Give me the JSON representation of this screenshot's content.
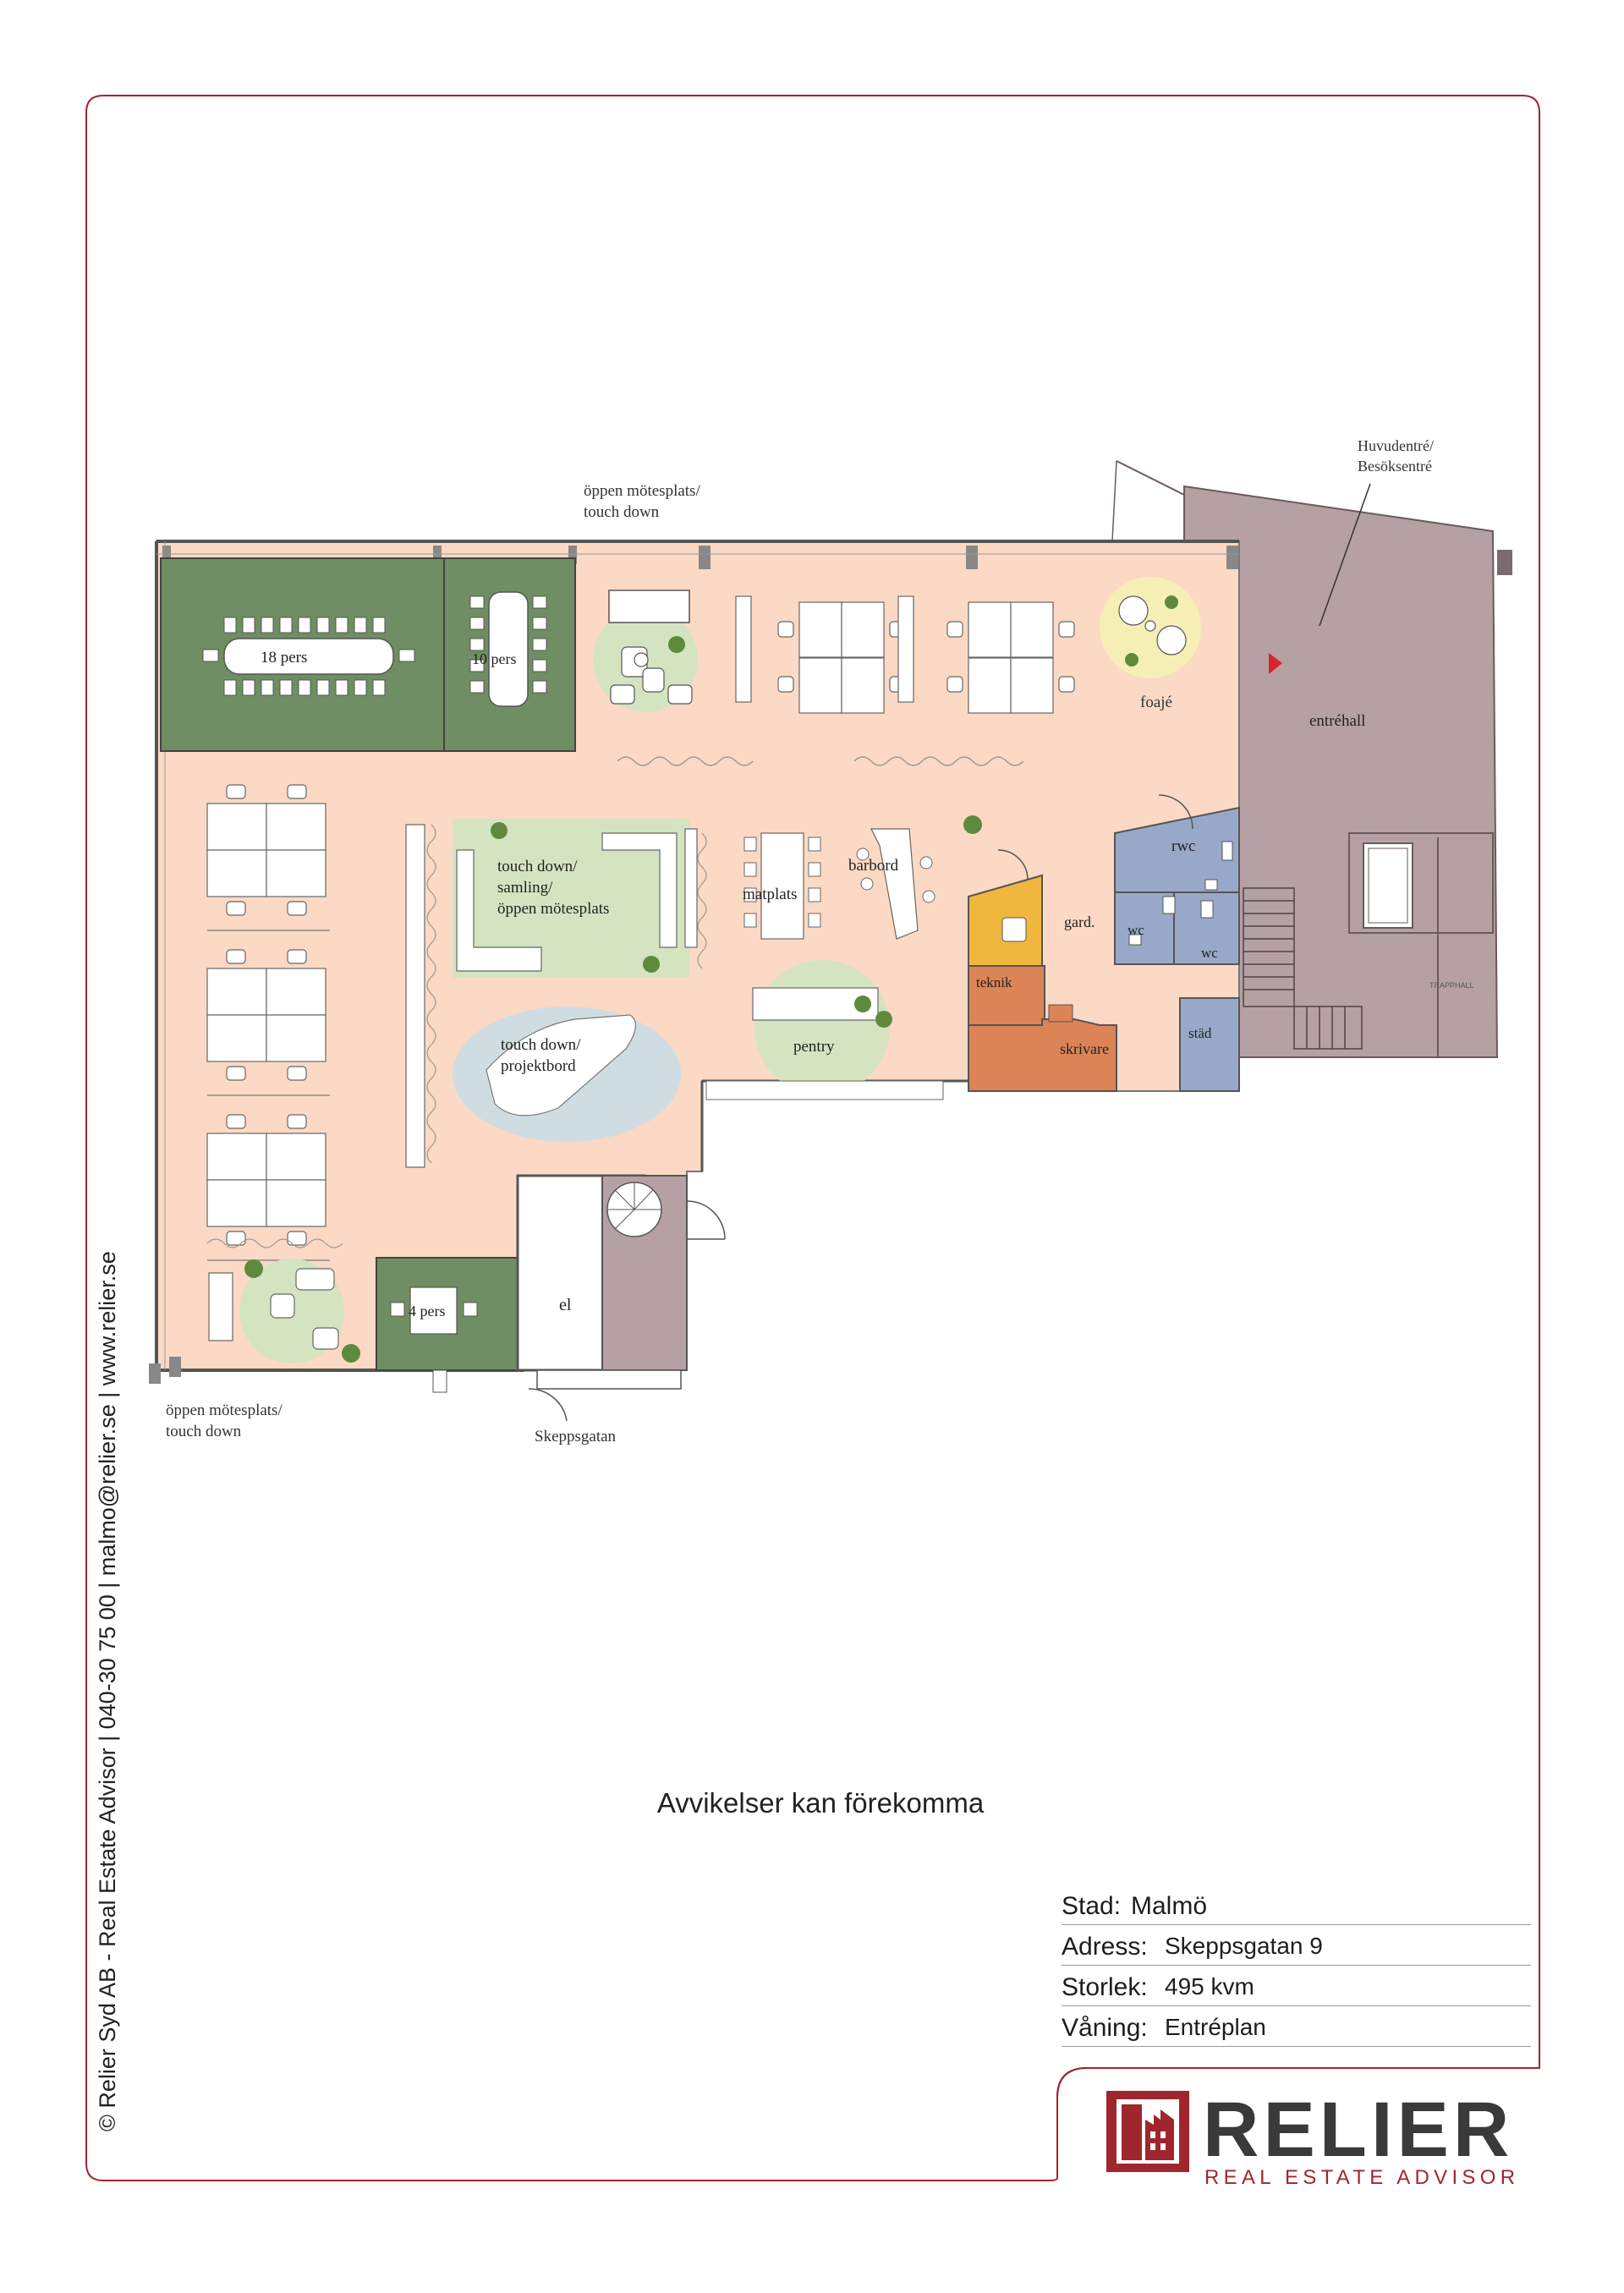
{
  "sidebar_text": "© Relier Syd AB - Real Estate Advisor | 040-30 75 00 | malmo@relier.se | www.relier.se",
  "plan_labels": {
    "room_18": "18 pers",
    "room_10": "10 pers",
    "room_4": "4 pers",
    "open_top_1": "öppen mötesplats/",
    "open_top_2": "touch down",
    "open_bottom_1": "öppen mötesplats/",
    "open_bottom_2": "touch down",
    "touch_1": "touch down/",
    "touch_2": "samling/",
    "touch_3": "öppen mötesplats",
    "project_1": "touch down/",
    "project_2": "projektbord",
    "matplats": "matplats",
    "barbord": "barbord",
    "pentry": "pentry",
    "foaje": "foajé",
    "entrehall": "entréhall",
    "main_entry_1": "Huvudentré/",
    "main_entry_2": "Besöksentré",
    "rwc": "rwc",
    "wc_1": "wc",
    "wc_2": "wc",
    "gard": "gard.",
    "teknik": "teknik",
    "skrivare": "skrivare",
    "stad": "städ",
    "el": "el",
    "skeppsgatan": "Skeppsgatan",
    "trapphall": "TRAPPHALL"
  },
  "disclaimer": "Avvikelser kan förekomma",
  "info": [
    {
      "label": "Stad:",
      "value": "Malmö"
    },
    {
      "label": "Adress:",
      "value": "Skeppsgatan 9"
    },
    {
      "label": "Storlek:",
      "value": "495 kvm"
    },
    {
      "label": "Våning:",
      "value": "Entréplan"
    }
  ],
  "logo": {
    "name": "RELIER",
    "tagline": "REAL ESTATE ADVISOR"
  },
  "colors": {
    "frame": "#a0262e",
    "office_floor": "#fbd9c4",
    "meeting_room": "#6f8e63",
    "lounge": "#d4e4c1",
    "foyer_circle": "#f5efb6",
    "entry_hall": "#b5a1a3",
    "wc": "#98a8c8",
    "garderob": "#f0b73e",
    "teknik": "#dc8455",
    "project_table": "#cfdde3"
  }
}
